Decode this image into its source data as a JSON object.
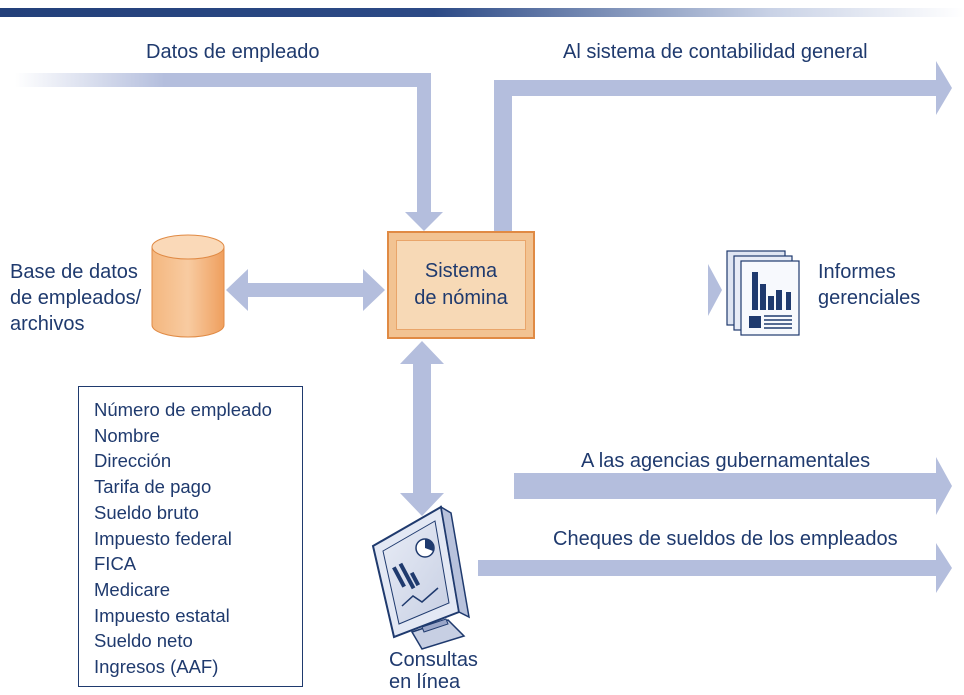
{
  "top_inputs": {
    "employee_data": "Datos de empleado"
  },
  "outputs": {
    "general_ledger": "Al sistema de contabilidad general",
    "government_agencies": "A las agencias gubernamentales",
    "employee_checks": "Cheques de sueldos de los empleados"
  },
  "database": {
    "line1": "Base de datos",
    "line2": "de empleados/",
    "line3": "archivos"
  },
  "core_system": {
    "line1": "Sistema",
    "line2": "de nómina"
  },
  "reports": {
    "line1": "Informes",
    "line2": "gerenciales"
  },
  "online_queries": {
    "line1": "Consultas",
    "line2": "en línea"
  },
  "record_fields": [
    "Número de empleado",
    "Nombre",
    "Dirección",
    "Tarifa de pago",
    "Sueldo bruto",
    "Impuesto federal",
    "FICA",
    "Medicare",
    "Impuesto estatal",
    "Sueldo neto",
    "Ingresos (AAF)"
  ],
  "colors": {
    "arrow": "#b4bedd",
    "text": "#1f3a6e",
    "core_fill": "#f7d9b6",
    "core_border": "#e08a44",
    "cylinder": "#f4b77f"
  }
}
